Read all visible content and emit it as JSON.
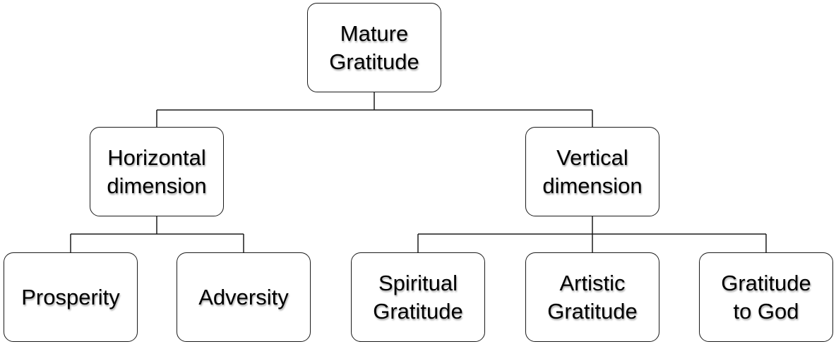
{
  "nodes": {
    "root": "Mature\nGratitude",
    "horizontal": "Horizontal\ndimension",
    "vertical": "Vertical\ndimension",
    "prosperity": "Prosperity",
    "adversity": "Adversity",
    "spiritual": "Spiritual\nGratitude",
    "artistic": "Artistic\nGratitude",
    "god": "Gratitude\nto God"
  },
  "colors": {
    "line": "#1a1a1a",
    "box_border": "#1a1a1a",
    "text": "#000000"
  }
}
